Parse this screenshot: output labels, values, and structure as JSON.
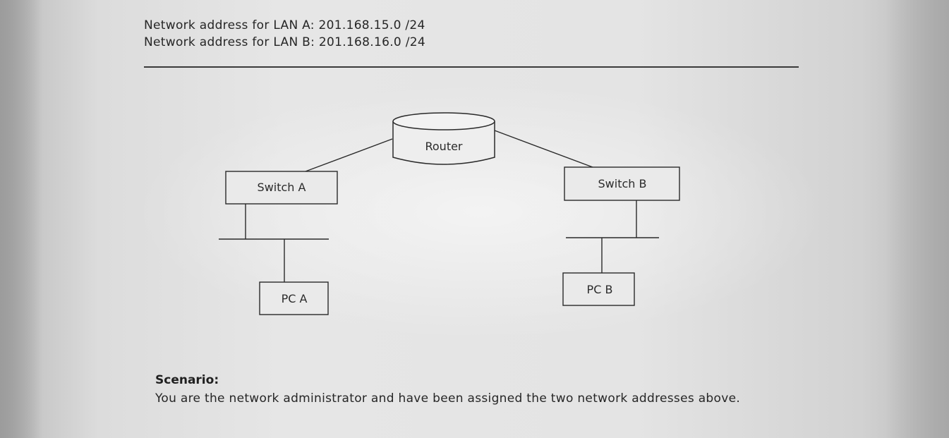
{
  "header": {
    "lan_a": "Network address for LAN A: 201.168.15.0 /24",
    "lan_b": "Network address for LAN B:  201.168.16.0 /24"
  },
  "diagram": {
    "router": "Router",
    "switch_a": "Switch A",
    "switch_b": "Switch B",
    "pc_a": "PC A",
    "pc_b": "PC B"
  },
  "scenario": {
    "title": "Scenario:",
    "text": "You are the network administrator and have been assigned the two network addresses above."
  }
}
